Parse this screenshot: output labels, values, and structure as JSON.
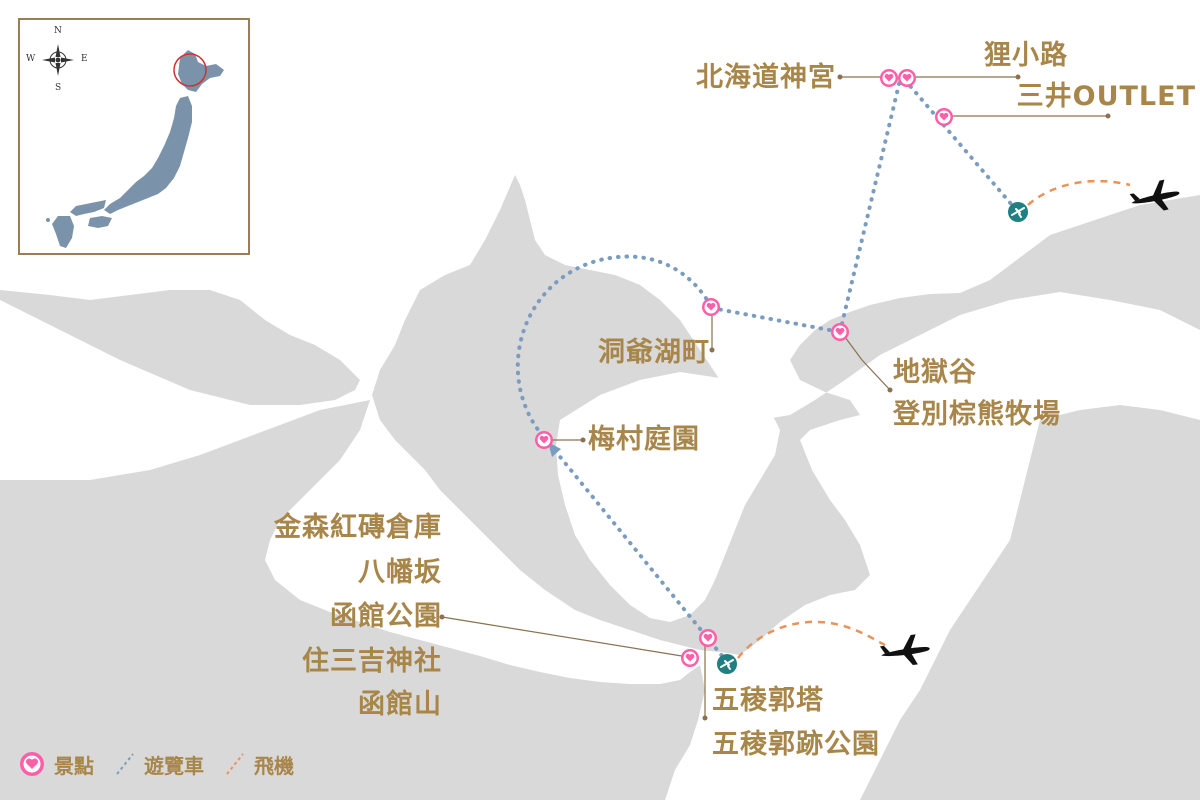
{
  "map": {
    "land_color": "#d9d9d9",
    "water_color": "#ffffff",
    "route_bus_color": "#7a9cbf",
    "route_flight_color": "#e8935a",
    "poi_color": "#ff5fa8",
    "airport_color": "#1f7f82",
    "label_color": "#a8864a",
    "icons": {
      "poi": "heart-pin-icon",
      "airport": "airplane-badge-icon",
      "flight": "airplane-silhouette-icon",
      "compass": "compass-rose-icon"
    }
  },
  "labels": {
    "hokkaido_jingu": "北海道神宮",
    "tanuki_koji": "狸小路",
    "mitsui_outlet": "三井OUTLET",
    "toyako": "洞爺湖町",
    "jigokudani": "地獄谷",
    "noboribetsu_bear_park": "登別棕熊牧場",
    "umemura_garden": "梅村庭園",
    "kanemori": "金森紅磚倉庫",
    "hachiman_zaka": "八幡坂",
    "hakodate_park": "函館公園",
    "sumiyoshi_jinja": "住三吉神社",
    "hakodate_yama": "函館山",
    "goryokaku_tower": "五稜郭塔",
    "goryokaku_park": "五稜郭跡公園"
  },
  "inset": {
    "compass": {
      "n": "N",
      "s": "S",
      "e": "E",
      "w": "W"
    },
    "japan_color": "#7a93ab",
    "highlight_color": "#d32f2f",
    "border_color": "#9a7f56"
  },
  "legend": {
    "poi": "景點",
    "bus": "遊覽車",
    "flight": "飛機"
  }
}
